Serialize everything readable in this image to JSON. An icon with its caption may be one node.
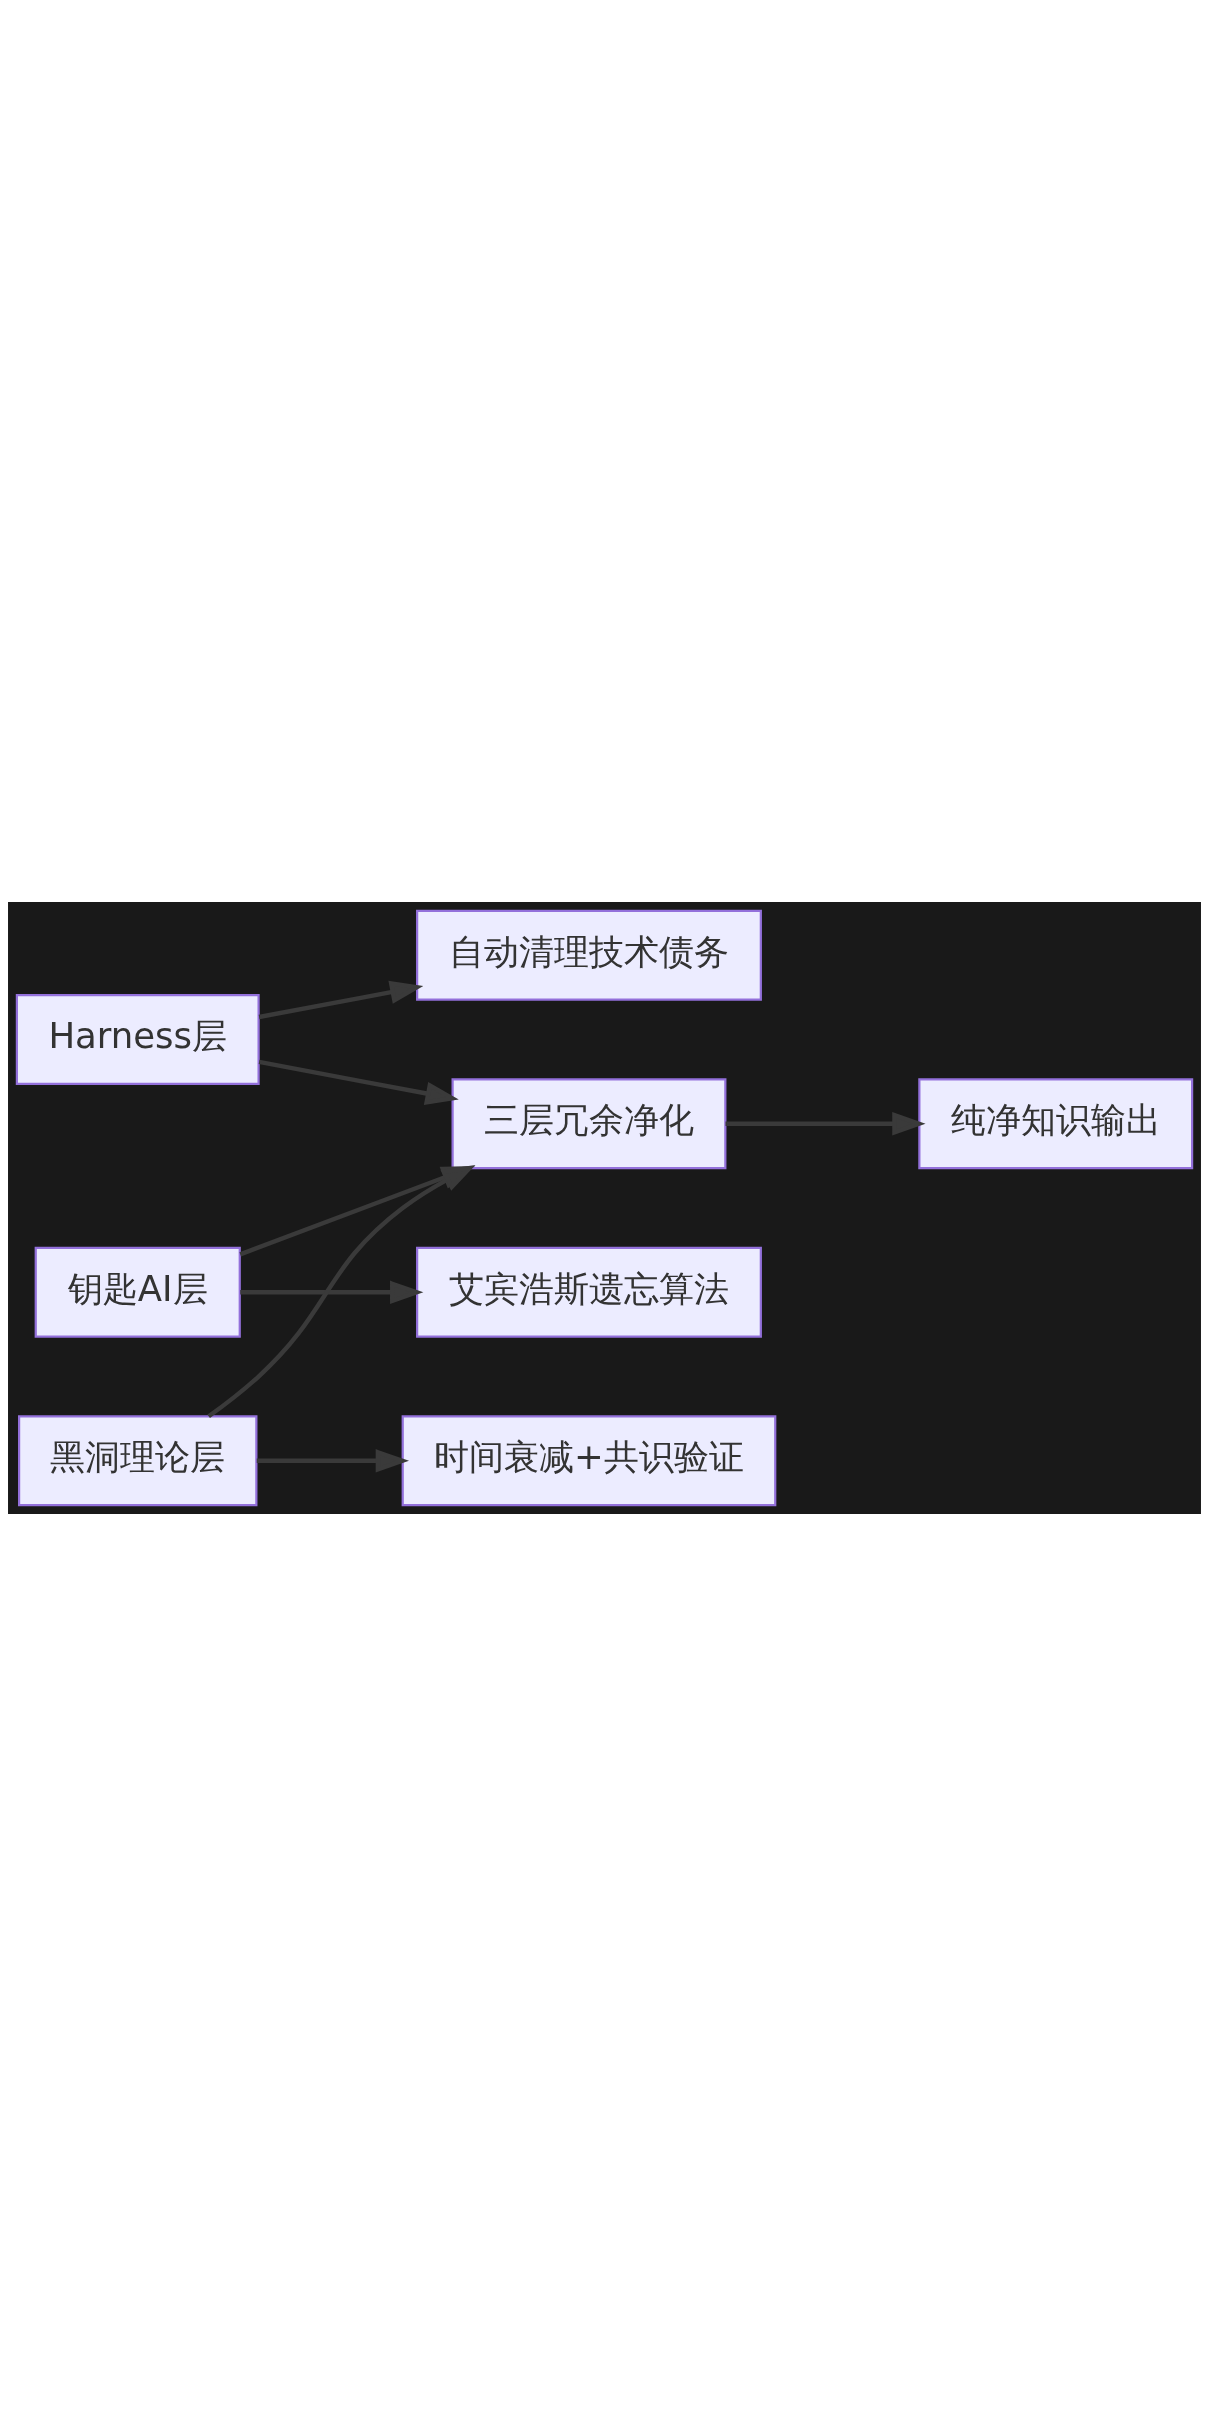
{
  "diagram": {
    "nodes": [
      {
        "text": [
          "Harness层"
        ]
      },
      {
        "text": [
          "自动清理技术债务"
        ]
      },
      {
        "text": [
          "三层冗余净化"
        ]
      },
      {
        "text": [
          "纯净知识输出"
        ]
      },
      {
        "text": [
          "钥匙AI层"
        ]
      },
      {
        "text": [
          "艾宾浩斯遗忘算法"
        ]
      },
      {
        "text": [
          "黑洞理论层"
        ]
      },
      {
        "text": [
          "时间衰减+共识验证"
        ]
      }
    ],
    "edges": [
      {
        "from": 0,
        "to": 1,
        "arrow": "to"
      },
      {
        "from": 0,
        "to": 2,
        "arrow": "to"
      },
      {
        "from": 4,
        "to": 2,
        "arrow": "to"
      },
      {
        "from": 4,
        "to": 5,
        "arrow": "to"
      },
      {
        "from": 6,
        "to": 2,
        "arrow": "to"
      },
      {
        "from": 6,
        "to": 7,
        "arrow": "to"
      },
      {
        "from": 2,
        "to": 3,
        "arrow": "to"
      }
    ]
  }
}
